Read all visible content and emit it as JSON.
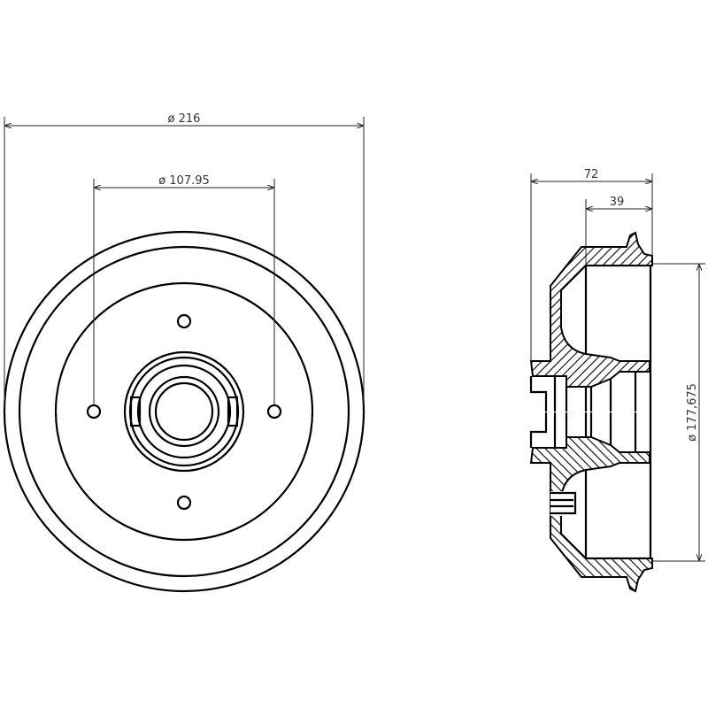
{
  "drawing": {
    "front_view": {
      "outer_diameter_label": "ø 216",
      "bolt_circle_label": "ø 107.95"
    },
    "side_view": {
      "total_width_label": "72",
      "drum_depth_label": "39",
      "inner_diameter_label": "ø 177,675"
    }
  }
}
